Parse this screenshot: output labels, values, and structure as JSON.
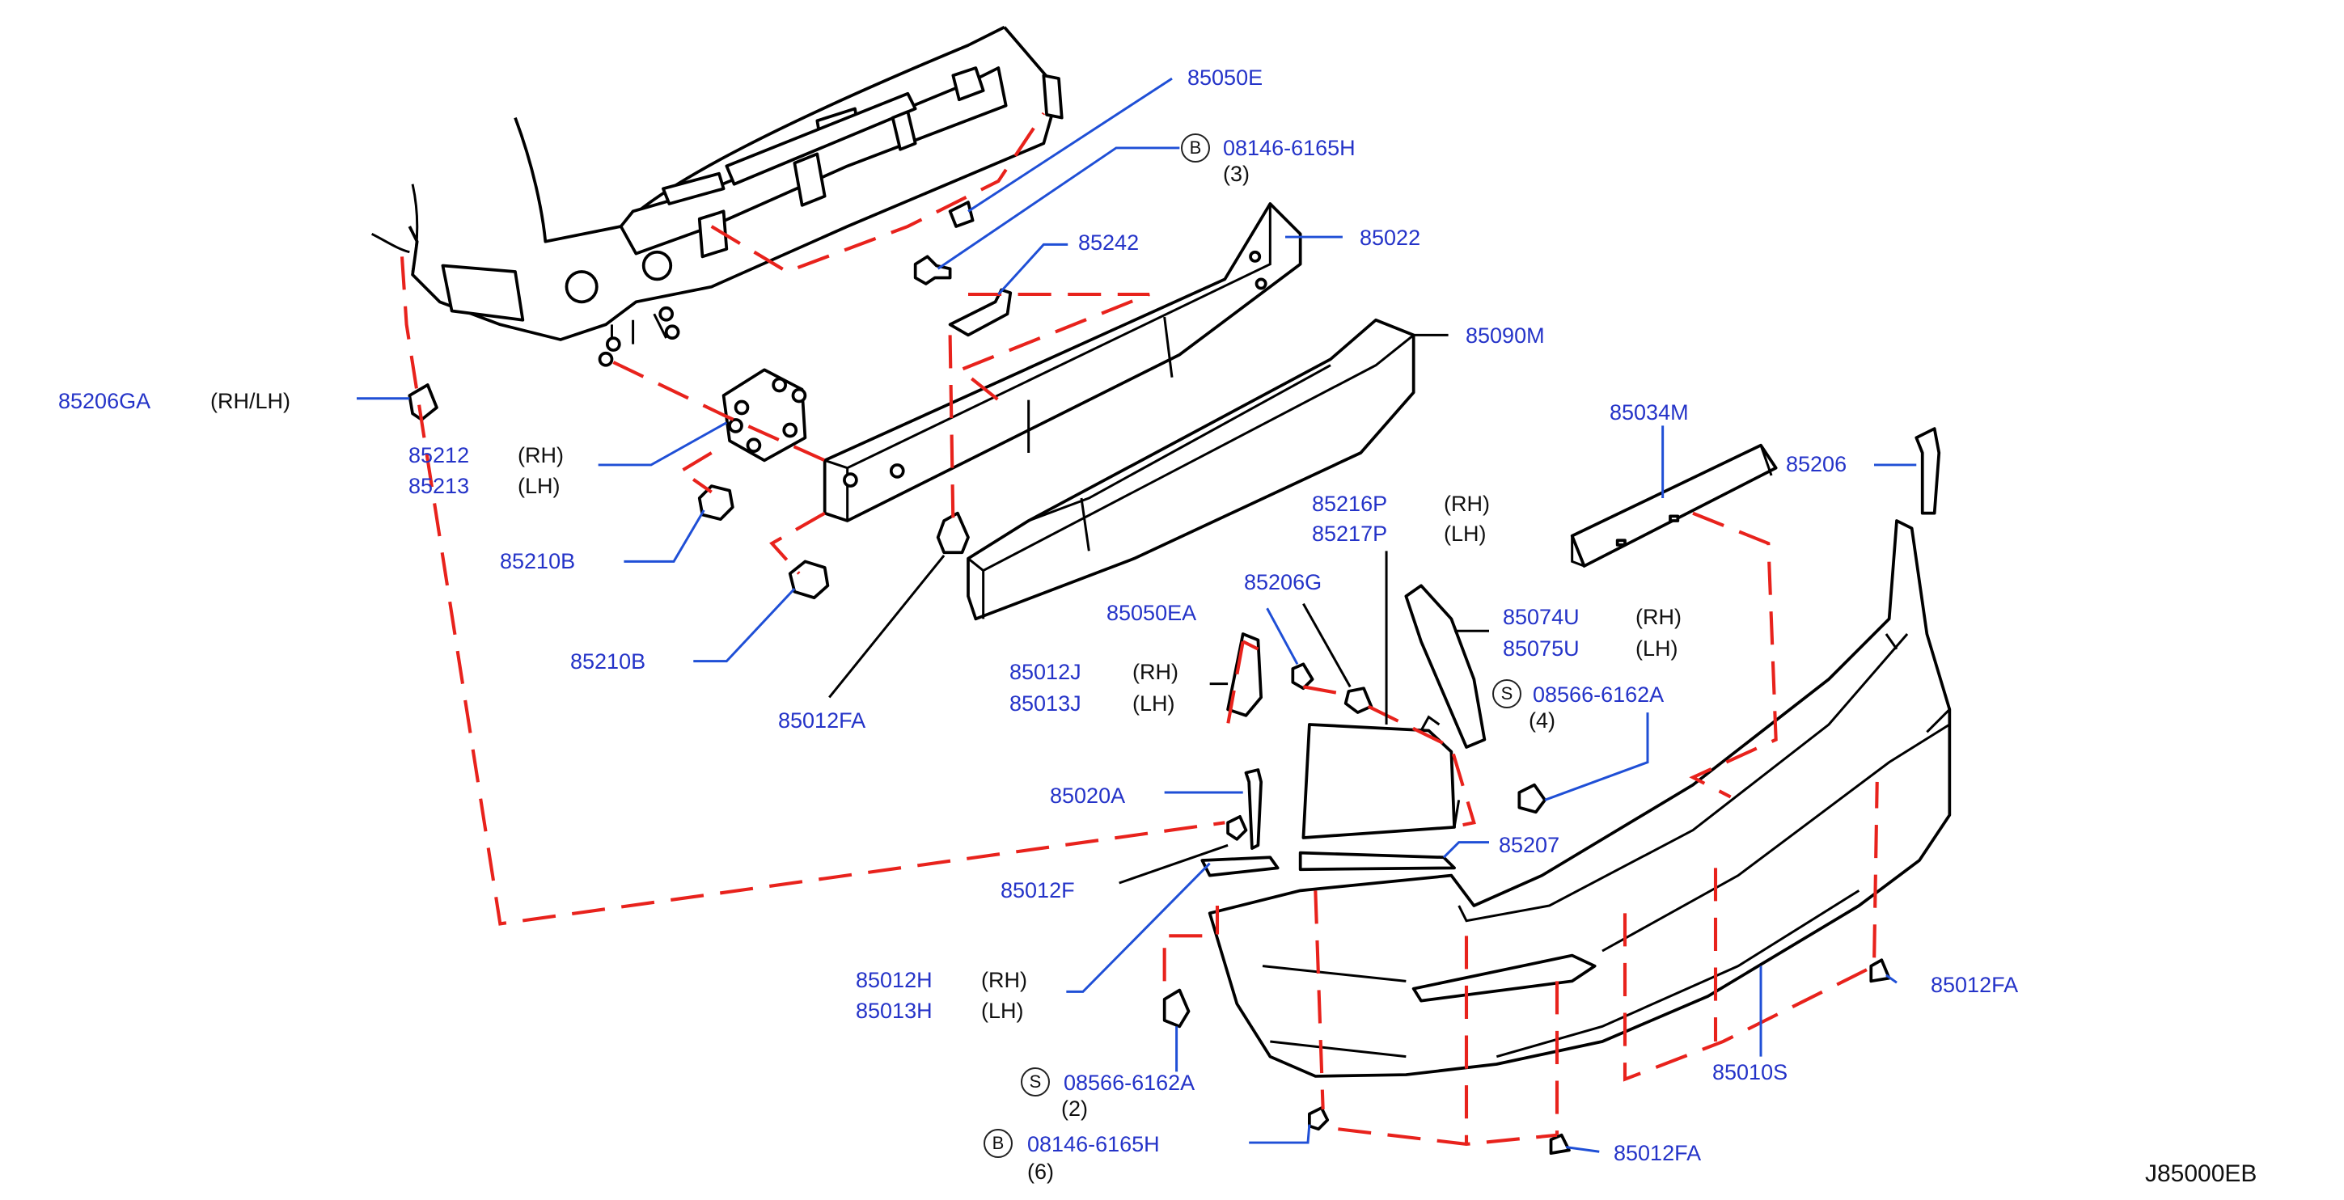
{
  "diagram_code": "J85000EB",
  "labels": {
    "p85050E": "85050E",
    "p08146_top": "08146-6165H",
    "p08146_top_qty": "(3)",
    "p85242": "85242",
    "p85022": "85022",
    "p85090M": "85090M",
    "p85206GA": "85206GA",
    "rhlh": "(RH/LH)",
    "p85212": "85212",
    "p85213": "85213",
    "p85210B_1": "85210B",
    "p85210B_2": "85210B",
    "p85012FA_1": "85012FA",
    "p85050EA": "85050EA",
    "p85034M": "85034M",
    "p85206": "85206",
    "p85216P": "85216P",
    "p85217P": "85217P",
    "p85206G": "85206G",
    "p85074U": "85074U",
    "p85075U": "85075U",
    "p85012J": "85012J",
    "p85013J": "85013J",
    "p08566_top": "08566-6162A",
    "p08566_top_qty": "(4)",
    "p85020A": "85020A",
    "p85207": "85207",
    "p85012F": "85012F",
    "p85012H": "85012H",
    "p85013H": "85013H",
    "p08566_bot": "08566-6162A",
    "p08566_bot_qty": "(2)",
    "p08146_bot": "08146-6165H",
    "p08146_bot_qty": "(6)",
    "p85012FA_2": "85012FA",
    "p85012FA_3": "85012FA",
    "p85010S": "85010S",
    "rh": "(RH)",
    "lh": "(LH)",
    "badge_b": "B",
    "badge_s": "S"
  },
  "colors": {
    "label_blue": "#2433c8",
    "guide_red": "#e8221c",
    "leader_blue": "#1f4fd6",
    "line_black": "#000000"
  }
}
